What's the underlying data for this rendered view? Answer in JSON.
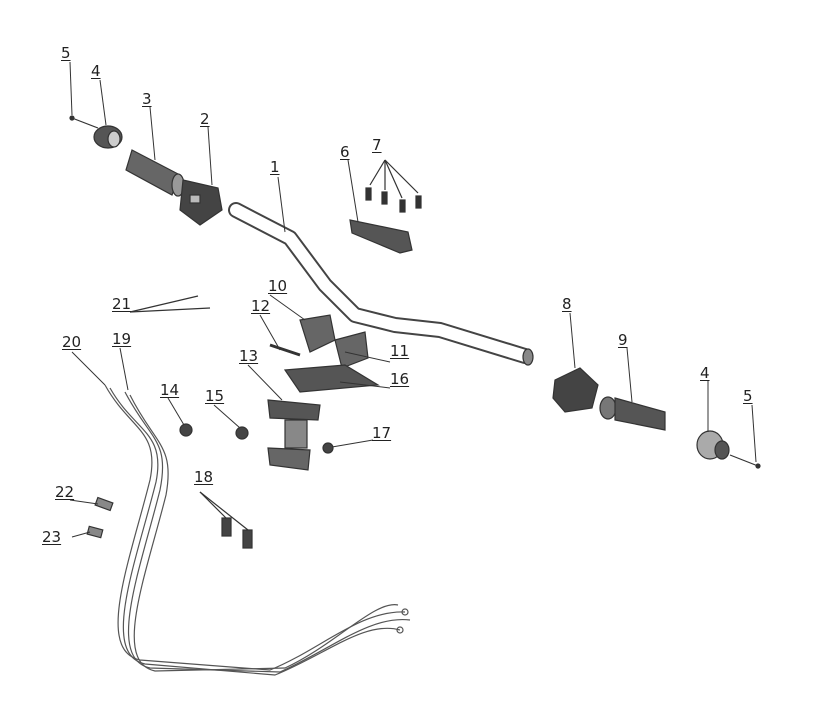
{
  "diagram": {
    "callouts": [
      "1",
      "2",
      "3",
      "4",
      "5",
      "6",
      "7",
      "8",
      "9",
      "10",
      "11",
      "12",
      "13",
      "14",
      "15",
      "16",
      "17",
      "18",
      "19",
      "20",
      "21",
      "22",
      "23",
      "4",
      "5"
    ]
  }
}
